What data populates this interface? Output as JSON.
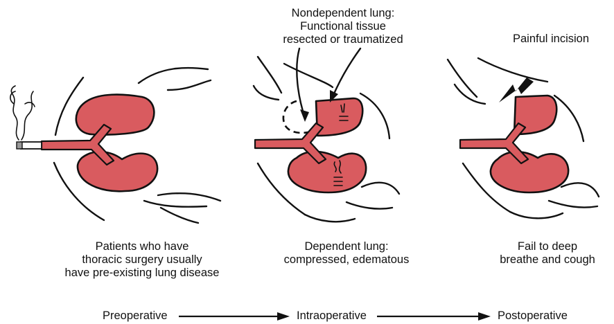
{
  "panels": {
    "preoperative": {
      "caption": [
        "Patients who have",
        "thoracic surgery usually",
        "have pre-existing lung disease"
      ]
    },
    "intraoperative": {
      "top_label": [
        "Nondependent lung:",
        "Functional tissue",
        "resected or traumatized"
      ],
      "caption": [
        "Dependent lung:",
        "compressed, edematous"
      ]
    },
    "postoperative": {
      "top_label": [
        "Painful incision"
      ],
      "caption": [
        "Fail to deep",
        "breathe and cough"
      ]
    }
  },
  "timeline": {
    "stages": [
      "Preoperative",
      "Intraoperative",
      "Postoperative"
    ]
  },
  "colors": {
    "lung_fill": "#d95b5f",
    "line": "#111111"
  }
}
